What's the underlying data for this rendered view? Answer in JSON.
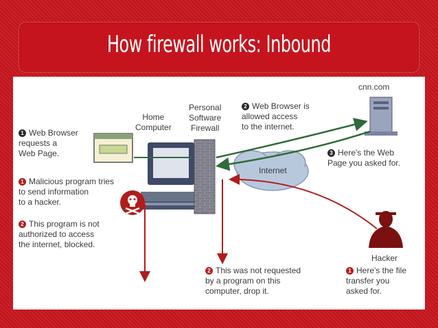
{
  "title": "How firewall works: Inbound",
  "diagram": {
    "cnn_label": "cnn.com",
    "home_computer": "Home\nComputer",
    "firewall": "Personal\nSoftware\nFirewall",
    "internet": "Internet",
    "hacker": "Hacker",
    "steps": {
      "left_1": {
        "num": "1",
        "text": "Web Browser\nrequests a\nWeb Page."
      },
      "left_malicious": {
        "num": "1",
        "text": "Malicious program tries\nto send information\nto a hacker."
      },
      "left_2": {
        "num": "2",
        "text": "This program is not\nauthorized to access\nthe internet, blocked."
      },
      "top_2": {
        "num": "2",
        "text": "Web Browser is\nallowed access\nto the internet."
      },
      "right_3": {
        "num": "3",
        "text": "Here's the Web\nPage you asked for."
      },
      "bottom_2": {
        "num": "2",
        "text": "This was not requested\nby a program on this\ncomputer, drop it."
      },
      "hacker_1": {
        "num": "1",
        "text": "Here's the file\ntransfer you\nasked for."
      }
    }
  },
  "colors": {
    "background": "#c8161e",
    "arrow_green": "#2f6b3a",
    "arrow_red": "#b01c1c",
    "cloud": "#b8c8dc"
  }
}
